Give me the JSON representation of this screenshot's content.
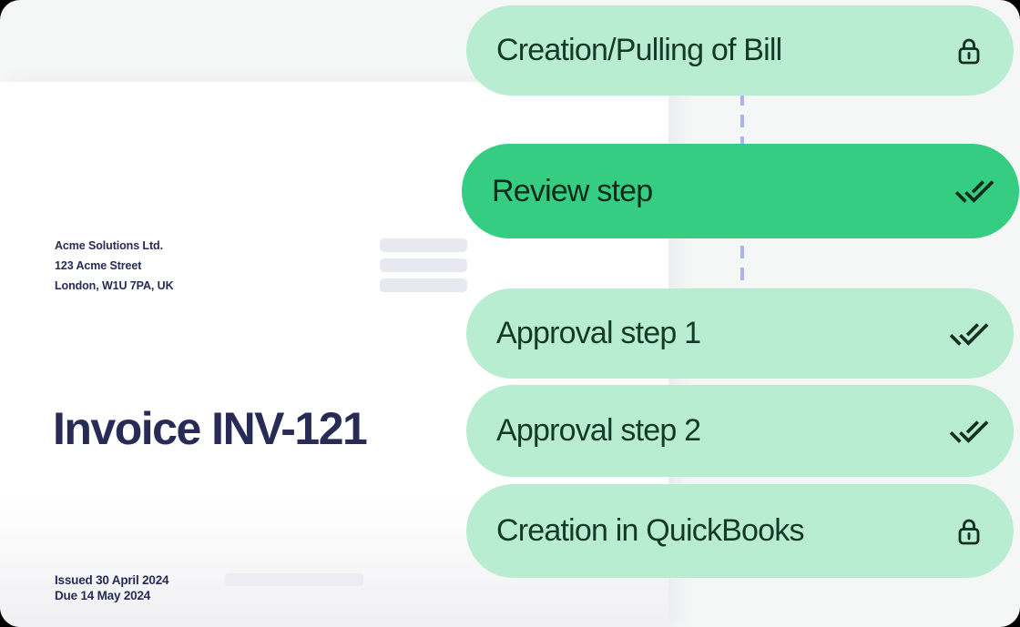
{
  "document": {
    "company_name": "Acme Solutions Ltd.",
    "address_line1": "123 Acme Street",
    "address_line2": "London, W1U 7PA, UK",
    "invoice_title": "Invoice INV-121",
    "issued_line": "Issued 30 April 2024",
    "due_line": "Due 14 May 2024"
  },
  "workflow": {
    "steps": [
      {
        "label": "Creation/Pulling of Bill",
        "icon": "lock-icon",
        "state": "locked"
      },
      {
        "label": "Review step",
        "icon": "double-check-icon",
        "state": "active"
      },
      {
        "label": "Approval step 1",
        "icon": "double-check-icon",
        "state": "completed"
      },
      {
        "label": "Approval step 2",
        "icon": "double-check-icon",
        "state": "completed"
      },
      {
        "label": "Creation in QuickBooks",
        "icon": "lock-icon",
        "state": "locked"
      }
    ]
  },
  "colors": {
    "canvas_background": "#f5f6f6",
    "document_background": "#ffffff",
    "pill_light_green": "#b8edd2",
    "pill_active_green": "#34cd82",
    "pill_text_dark_green": "#143a27",
    "icon_dark_green": "#12301f",
    "invoice_navy": "#272b56",
    "placeholder_bar_gray": "#e8e9f0",
    "connector_dashed_blue": "#a8b3f0"
  }
}
